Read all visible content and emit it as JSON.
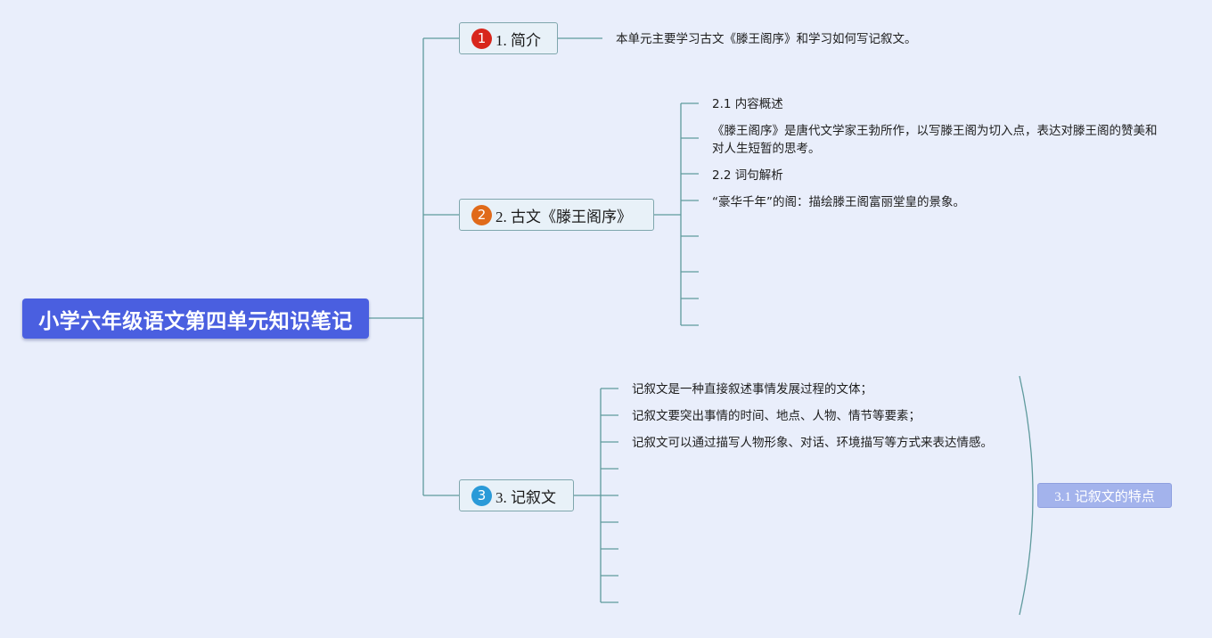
{
  "root": {
    "title": "小学六年级语文第四单元知识笔记"
  },
  "colors": {
    "root_bg": "#4a5fe0",
    "badge1": "#d8261c",
    "badge2": "#e06a1a",
    "badge3": "#2a9ad8",
    "connector": "#5f9a9d",
    "summary_bg": "#a3b3ec"
  },
  "topics": [
    {
      "number": "1",
      "label": "1. 简介",
      "notes": [
        "本单元主要学习古文《滕王阁序》和学习如何写记叙文。"
      ]
    },
    {
      "number": "2",
      "label": "2. 古文《滕王阁序》",
      "notes": [
        "2.1 内容概述",
        "《滕王阁序》是唐代文学家王勃所作，以写滕王阁为切入点，表达对滕王阁的赞美和对人生短暂的思考。",
        "2.2 词句解析",
        "“豪华千年”的阁：描绘滕王阁富丽堂皇的景象。"
      ]
    },
    {
      "number": "3",
      "label": "3. 记叙文",
      "notes": [
        "记叙文是一种直接叙述事情发展过程的文体；",
        "记叙文要突出事情的时间、地点、人物、情节等要素；",
        "记叙文可以通过描写人物形象、对话、环境描写等方式来表达情感。"
      ],
      "summary": "3.1 记叙文的特点"
    }
  ]
}
